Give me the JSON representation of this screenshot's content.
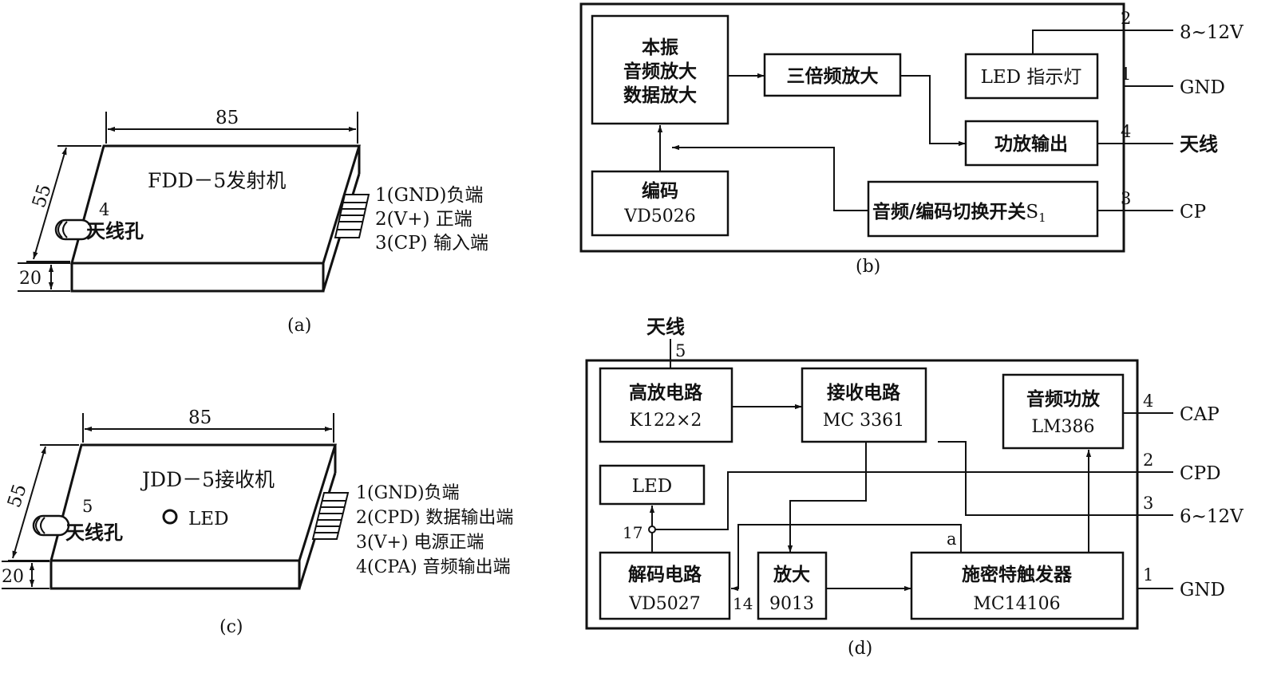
{
  "panel_a": {
    "width_dim": "85",
    "depth_dim": "55",
    "height_dim": "20",
    "title": "FDD－5发射机",
    "antenna_pin": "4",
    "antenna_label": "天线孔",
    "pins": [
      "1(GND)负端",
      "2(V+) 正端",
      "3(CP) 输入端"
    ],
    "caption": "(a)"
  },
  "panel_b": {
    "blocks": {
      "osc_line1": "本振",
      "osc_line2": "音频放大",
      "osc_line3": "数据放大",
      "tripler": "三倍频放大",
      "led": "LED 指示灯",
      "pa": "功放输出",
      "encoder_line1": "编码",
      "encoder_line2": "VD5026",
      "switch": "音频/编码切换开关",
      "switch_sub": "1",
      "switch_main_letter": "S"
    },
    "pins": {
      "p2": "2",
      "p2_label": "8~12V",
      "p1": "1",
      "p1_label": "GND",
      "p4": "4",
      "p4_label": "天线",
      "p3": "3",
      "p3_label": "CP"
    },
    "caption": "(b)"
  },
  "panel_c": {
    "width_dim": "85",
    "depth_dim": "55",
    "height_dim": "20",
    "title": "JDD－5接收机",
    "led_label": "LED",
    "antenna_pin": "5",
    "antenna_label": "天线孔",
    "pins": [
      "1(GND)负端",
      "2(CPD) 数据输出端",
      "3(V+)  电源正端",
      "4(CPA) 音频输出端"
    ],
    "caption": "(c)"
  },
  "panel_d": {
    "antenna_label": "天线",
    "antenna_pin": "5",
    "blocks": {
      "hf_line1": "高放电路",
      "hf_line2": "K122×2",
      "rx_line1": "接收电路",
      "rx_line2": "MC 3361",
      "audio_line1": "音频功放",
      "audio_line2": "LM386",
      "led": "LED",
      "dec_line1": "解码电路",
      "dec_line2": "VD5027",
      "amp_line1": "放大",
      "amp_line2": "9013",
      "trig_line1": "施密特触发器",
      "trig_line2": "MC14106"
    },
    "node_17": "17",
    "node_14": "14",
    "node_a": "a",
    "pins": {
      "p4": "4",
      "p4_label": "CAP",
      "p2": "2",
      "p2_label": "CPD",
      "p3": "3",
      "p3_label": "6~12V",
      "p1": "1",
      "p1_label": "GND"
    },
    "caption": "(d)"
  }
}
